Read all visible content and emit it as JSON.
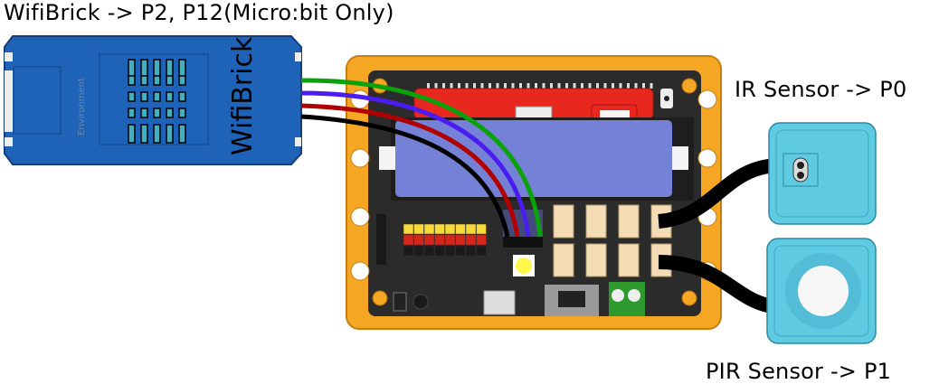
{
  "labels": {
    "wifibrick": "WifiBrick -> P2, P12(Micro:bit Only)",
    "ir": "IR Sensor -> P0",
    "pir": "PIR Sensor -> P1"
  },
  "wifibrick_module": {
    "name": "WifiBrick",
    "sublabel": "Environment"
  },
  "colors": {
    "brick_blue": "#1f63b8",
    "frame_orange": "#f5a623",
    "pcb": "#2b2b2b",
    "battery": "#7581d6",
    "holder_red": "#e8281e",
    "sensor_blue": "#5ecbe3",
    "wire_green": "#0aa10a",
    "wire_blue": "#4b1cf0",
    "wire_red": "#b00000",
    "wire_black": "#000000"
  }
}
